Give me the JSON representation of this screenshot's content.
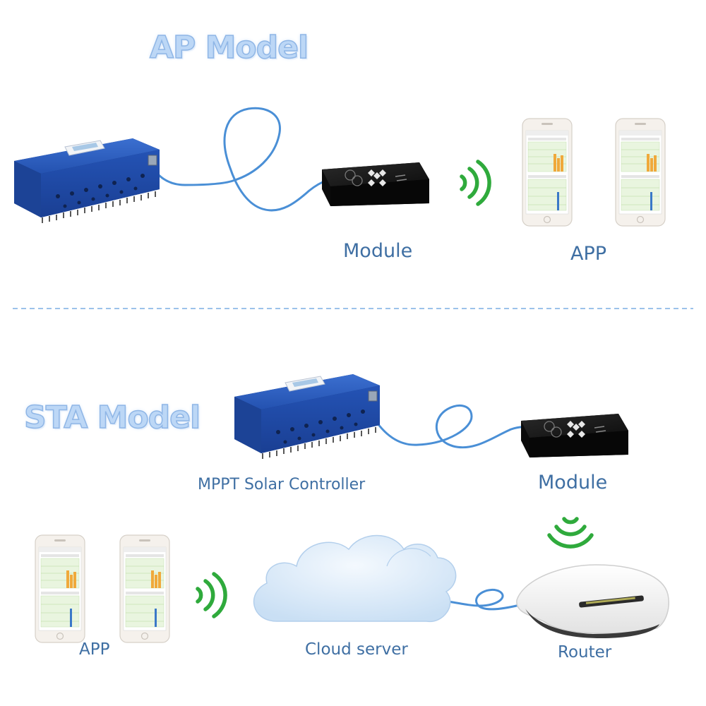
{
  "ap": {
    "title": "AP Model",
    "labels": {
      "module": "Module",
      "app": "APP"
    }
  },
  "sta": {
    "title": "STA Model",
    "labels": {
      "controller": "MPPT Solar Controller",
      "module": "Module",
      "app": "APP",
      "cloud": "Cloud server",
      "router": "Router"
    }
  },
  "colors": {
    "title_fill": "#bcd7f6",
    "label_text": "#3f6fa3",
    "cable": "#4a8fd6",
    "wifi": "#2faa3c",
    "controller_blue": "#2a56b8",
    "module_black": "#1c1c1c",
    "divider": "#9cc2ea"
  }
}
